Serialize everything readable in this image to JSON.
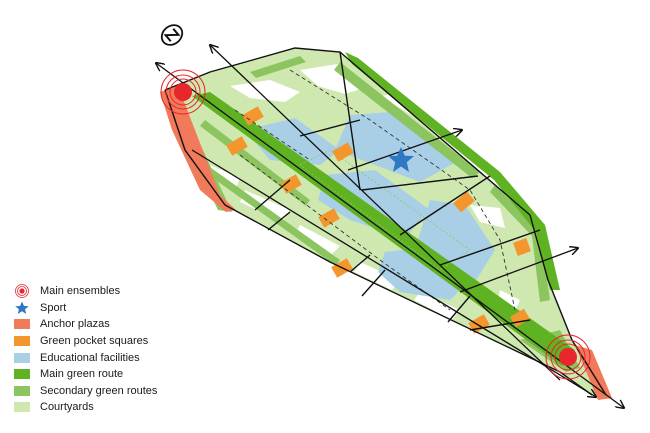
{
  "legend": {
    "items": [
      {
        "label": "Main ensembles",
        "icon": "concentric-circles-icon",
        "color": "#e8262c"
      },
      {
        "label": "Sport",
        "icon": "star-icon",
        "color": "#2f78c4"
      },
      {
        "label": "Anchor plazas",
        "icon": "swatch",
        "color": "#f07a5a"
      },
      {
        "label": "Green pocket squares",
        "icon": "swatch",
        "color": "#f3962e"
      },
      {
        "label": "Educational facilities",
        "icon": "swatch",
        "color": "#a9cfe6"
      },
      {
        "label": "Main green route",
        "icon": "swatch",
        "color": "#5fb222"
      },
      {
        "label": "Secondary green routes",
        "icon": "swatch",
        "color": "#8cc560"
      },
      {
        "label": "Courtyards",
        "icon": "swatch",
        "color": "#cfe8b0"
      }
    ]
  },
  "map": {
    "north_icon": "north-arrow-icon",
    "colors": {
      "outline": "#111111",
      "courtyard": "#cfe8b0",
      "secondary": "#8cc560",
      "main_route": "#5fb222",
      "education": "#a9cfe6",
      "pocket": "#f3962e",
      "anchor": "#f07a5a",
      "ensemble": "#e8262c",
      "sport": "#2f78c4"
    }
  }
}
